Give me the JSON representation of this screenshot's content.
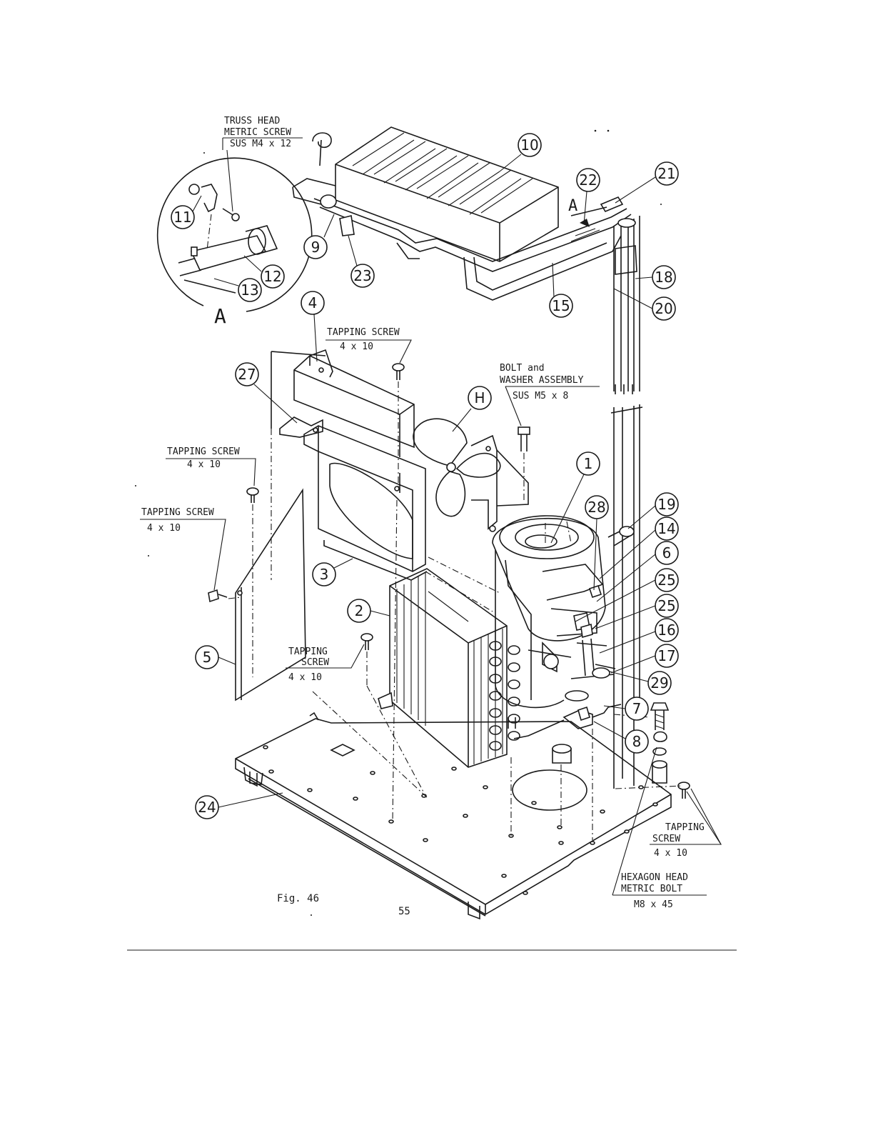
{
  "figure": {
    "caption": "Fig. 46",
    "page_number": "55"
  },
  "notes": {
    "truss_head": {
      "line1": "TRUSS HEAD",
      "line2": "METRIC SCREW",
      "spec": "SUS M4 x 12"
    },
    "tapping_top": {
      "line1": "TAPPING SCREW",
      "spec": "4 x 10"
    },
    "bolt_washer": {
      "line1": "BOLT and",
      "line2": "WASHER ASSEMBLY",
      "spec": "SUS M5 x 8"
    },
    "tapping_left_upper": {
      "line1": "TAPPING SCREW",
      "spec": "4 x 10"
    },
    "tapping_left_lower": {
      "line1": "TAPPING SCREW",
      "spec": "4 x 10"
    },
    "tapping_center": {
      "line1": "TAPPING",
      "line2": "SCREW",
      "spec": "4 x 10"
    },
    "tapping_right": {
      "line1": "TAPPING",
      "line2": "SCREW",
      "spec": "4 x 10"
    },
    "hex_bolt": {
      "line1": "HEXAGON HEAD",
      "line2": "METRIC BOLT",
      "spec": "M8 x 45"
    }
  },
  "detail_view": {
    "label": "A",
    "arrow_label": "A"
  },
  "callouts": [
    "1",
    "2",
    "3",
    "4",
    "5",
    "6",
    "7",
    "8",
    "9",
    "10",
    "11",
    "12",
    "13",
    "14",
    "15",
    "16",
    "17",
    "18",
    "19",
    "20",
    "21",
    "22",
    "23",
    "24",
    "25",
    "25",
    "27",
    "28",
    "29",
    "H"
  ]
}
